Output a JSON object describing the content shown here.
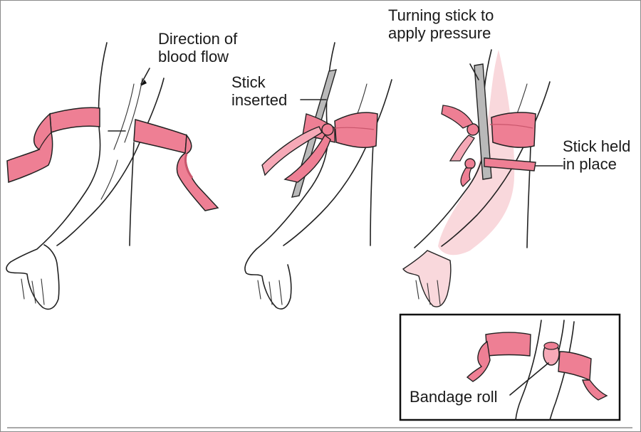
{
  "colors": {
    "bandage": "#ee7f94",
    "bandage_dark": "#c9566c",
    "bandage_light": "#f6a9b7",
    "arm_tint": "#f9d8dc",
    "stick": "#b9b9b9",
    "ink": "#222222"
  },
  "labels": {
    "blood_flow": [
      "Direction of",
      "blood flow"
    ],
    "stick_inserted": [
      "Stick",
      "inserted"
    ],
    "turning_stick": [
      "Turning stick to",
      "apply pressure"
    ],
    "stick_held": [
      "Stick held",
      "in place"
    ],
    "bandage_roll": "Bandage roll"
  }
}
